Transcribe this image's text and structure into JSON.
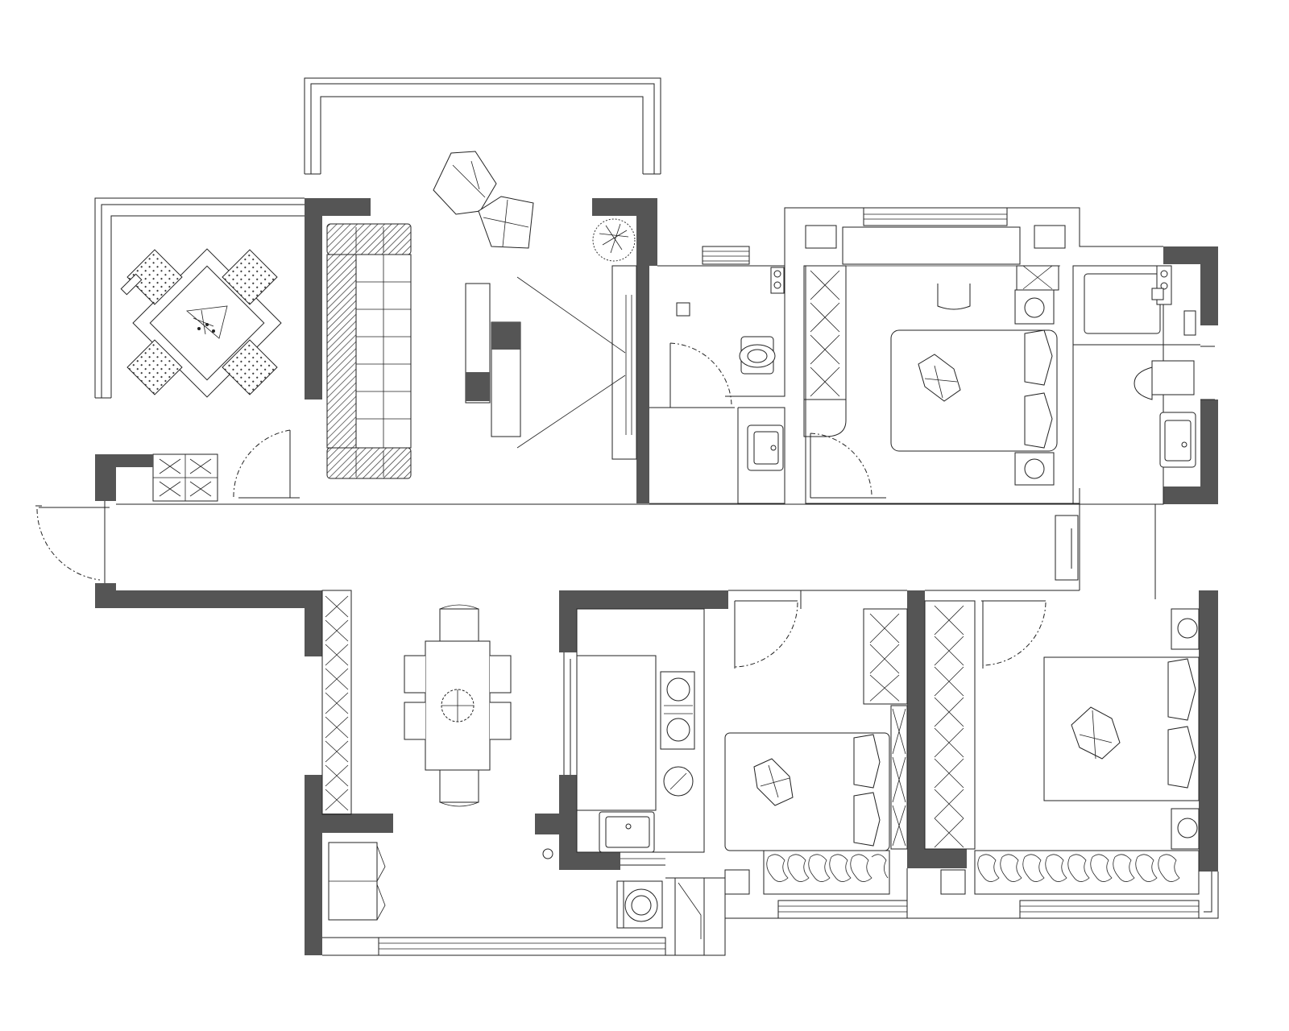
{
  "colors": {
    "wall_fill": "#555555",
    "line": "#222222",
    "background": "#ffffff"
  },
  "rooms": [
    {
      "id": "balcony-north",
      "kind": "balcony"
    },
    {
      "id": "tea-room",
      "kind": "study/tea room"
    },
    {
      "id": "living-room",
      "kind": "living room"
    },
    {
      "id": "guest-bathroom",
      "kind": "bathroom"
    },
    {
      "id": "bedroom-north",
      "kind": "bedroom"
    },
    {
      "id": "master-bathroom",
      "kind": "bathroom"
    },
    {
      "id": "entrance-corridor",
      "kind": "corridor"
    },
    {
      "id": "dining-room",
      "kind": "dining"
    },
    {
      "id": "kitchen",
      "kind": "kitchen"
    },
    {
      "id": "bedroom-south-small",
      "kind": "bedroom"
    },
    {
      "id": "master-bedroom",
      "kind": "bedroom"
    },
    {
      "id": "service-balcony",
      "kind": "balcony"
    }
  ],
  "icons": [
    "sofa-icon",
    "armchair-icon",
    "coffee-table-icon",
    "tv-cabinet-icon",
    "plant-icon",
    "tea-table-icon",
    "dining-table-icon",
    "double-bed-icon",
    "toilet-icon",
    "washbasin-icon",
    "bathtub-icon",
    "wardrobe-icon",
    "stove-icon",
    "sink-icon",
    "washing-machine-icon",
    "door-swing-icon"
  ]
}
